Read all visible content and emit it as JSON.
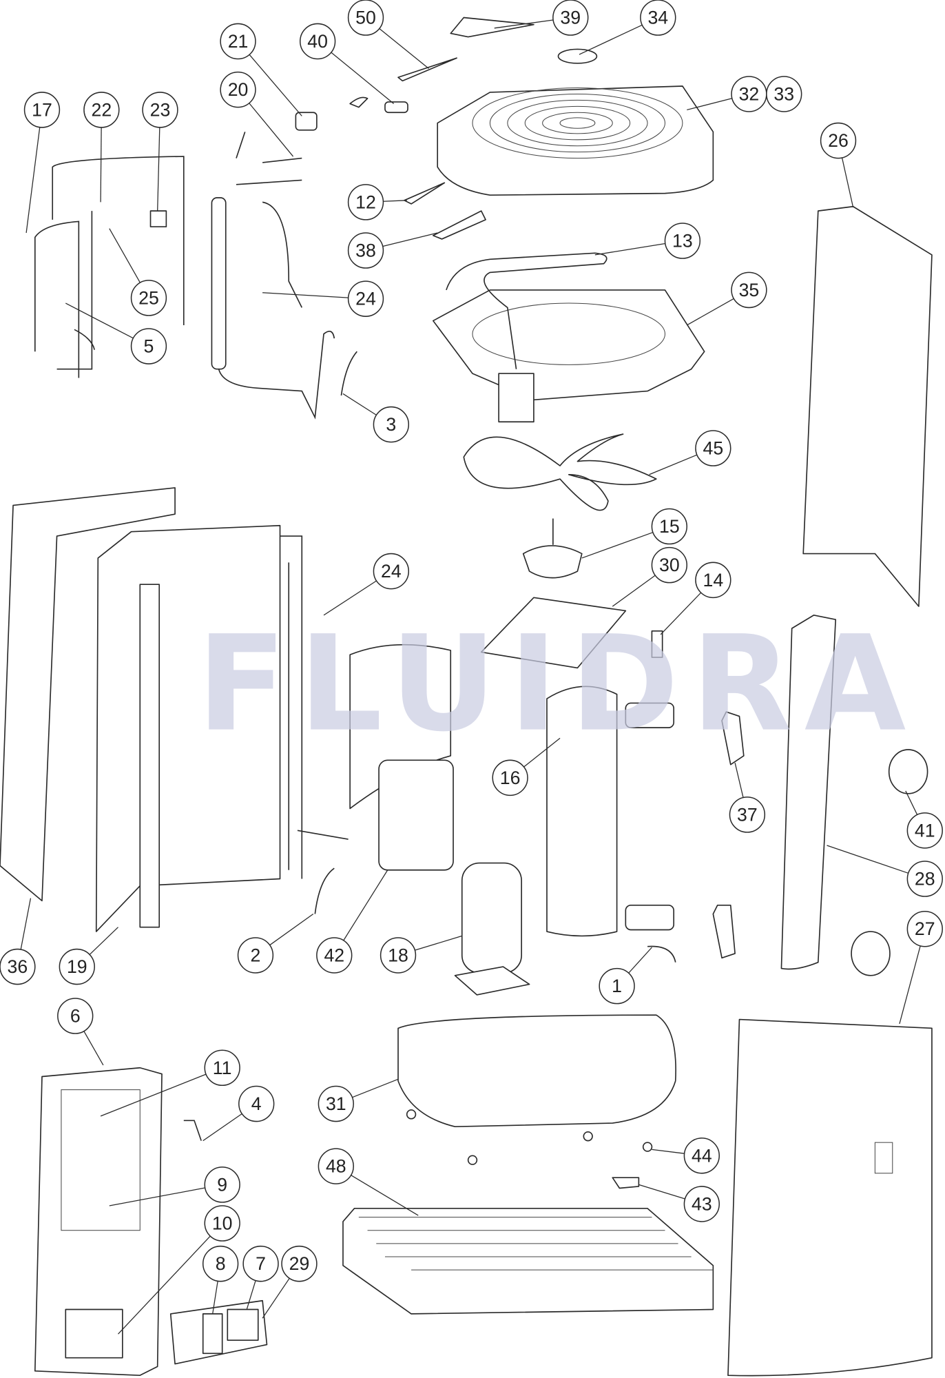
{
  "watermark": "FLUIDRA",
  "callouts": [
    "50",
    "39",
    "34",
    "21",
    "40",
    "32",
    "33",
    "17",
    "22",
    "23",
    "20",
    "26",
    "12",
    "13",
    "38",
    "35",
    "25",
    "24",
    "5",
    "3",
    "45",
    "15",
    "30",
    "24",
    "14",
    "16",
    "37",
    "41",
    "28",
    "27",
    "36",
    "19",
    "2",
    "42",
    "18",
    "1",
    "6",
    "11",
    "4",
    "31",
    "44",
    "9",
    "48",
    "43",
    "10",
    "8",
    "7",
    "29"
  ],
  "colors": {
    "line": "#2a2a2a",
    "watermark": "#c9cce2"
  }
}
